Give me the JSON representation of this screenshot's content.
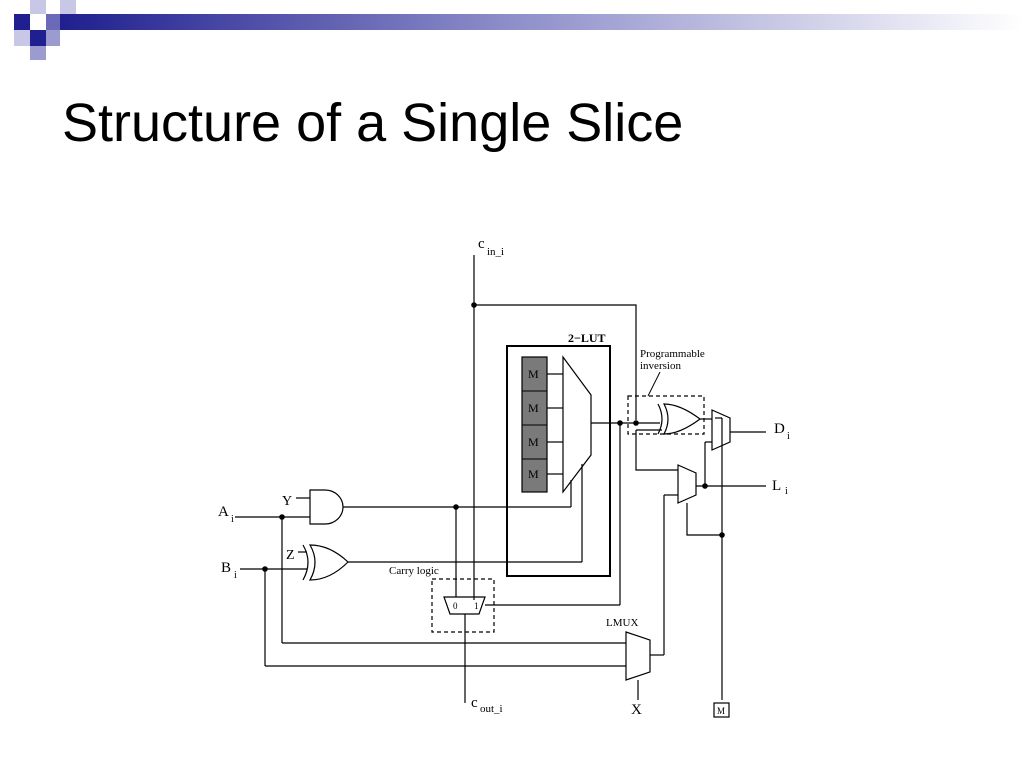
{
  "slide": {
    "title": "Structure of a Single Slice"
  },
  "colors": {
    "deco_dark": "#1f1f8f",
    "deco_light": "#9b9bd0",
    "memory_cell": "#7a7a7a"
  },
  "diagram": {
    "cin_main": "c",
    "cin_sub": "in_i",
    "cout_main": "c",
    "cout_sub": "out_i",
    "lut_label": "2−LUT",
    "memory_cells": [
      "M",
      "M",
      "M",
      "M"
    ],
    "prog_inv_line1": "Programmable",
    "prog_inv_line2": "inversion",
    "carry_logic": "Carry logic",
    "mux0": "0",
    "mux1": "1",
    "lmux": "LMUX",
    "a_main": "A",
    "a_sub": "i",
    "b_main": "B",
    "b_sub": "i",
    "y_label": "Y",
    "z_label": "Z",
    "d_main": "D",
    "d_sub": "i",
    "l_main": "L",
    "l_sub": "i",
    "x_label": "X",
    "m_box": "M"
  }
}
